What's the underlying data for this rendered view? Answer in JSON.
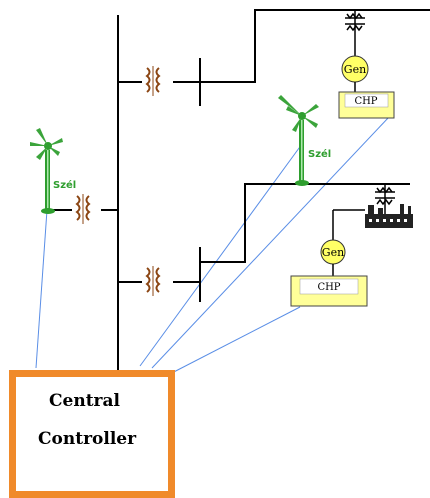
{
  "wind_label_left": "Szél",
  "wind_label_right": "Szél",
  "gen_top": "Gen",
  "gen_bottom": "Gen",
  "chp_top": "CHP",
  "chp_bottom": "CHP",
  "controller": {
    "line1": "Central",
    "line2": "Controller"
  },
  "colors": {
    "controller_border": "#f08a2a",
    "chp_fill": "#ffff99",
    "gen_fill": "#ffff66",
    "transformer": "#8b4513",
    "signal_line": "#5a8ee6",
    "wind_tower": "#2e9e2e"
  }
}
